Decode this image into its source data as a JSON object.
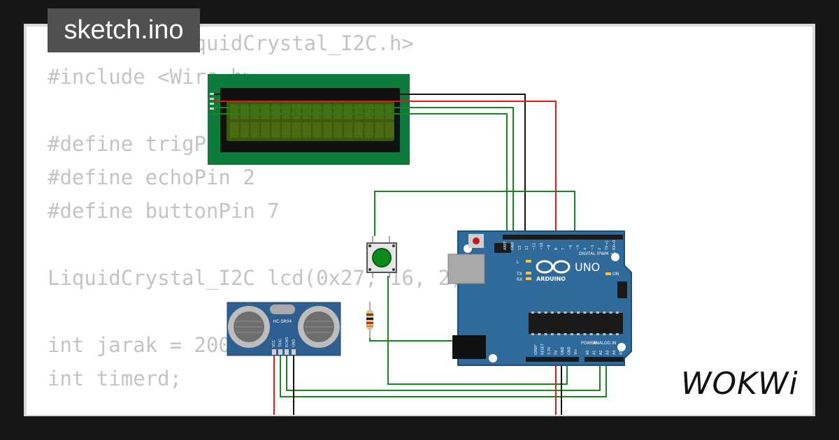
{
  "header": {
    "title": "sketch.ino"
  },
  "code": {
    "lines": [
      "#include <LiquidCrystal_I2C.h>",
      "#include <Wire.h>",
      "",
      "#define trigPin 3",
      "#define echoPin 2",
      "#define buttonPin 7",
      "",
      "LiquidCrystal_I2C lcd(0x27, 16, 2);",
      "",
      "int jarak = 200;",
      "int timerd;"
    ]
  },
  "components": {
    "sensor_model": "HC-SR04",
    "sensor_pins": [
      "VCC",
      "TRIG",
      "ECHO",
      "GND"
    ],
    "arduino": {
      "model": "UNO",
      "brand": "ARDUINO",
      "digital_header": "DIGITAL (PWM ~)",
      "digital_pins": [
        "AREF",
        "GND",
        "13",
        "12",
        "~11",
        "~10",
        "~9",
        "8",
        "7",
        "~6",
        "~5",
        "4",
        "~3",
        "2",
        "TX→1",
        "RX←0"
      ],
      "power_header": "POWER",
      "power_pins": [
        "IOREF",
        "RESET",
        "3.3V",
        "5V",
        "GND",
        "GND",
        "Vin"
      ],
      "analog_header": "ANALOG IN",
      "analog_pins": [
        "A0",
        "A1",
        "A2",
        "A3",
        "A4",
        "A5"
      ],
      "led_labels": [
        "L",
        "TX",
        "RX"
      ],
      "on_label": "ON"
    }
  },
  "brand": {
    "logo": "WOKWi"
  },
  "colors": {
    "background": "#161616",
    "title_bg": "#505050",
    "code_text": "#c4c4c4",
    "lcd_board": "#0b7a3a",
    "arduino_board": "#2f6a9a",
    "wire_green": "#17861f",
    "wire_red": "#e01818",
    "wire_black": "#111111"
  }
}
